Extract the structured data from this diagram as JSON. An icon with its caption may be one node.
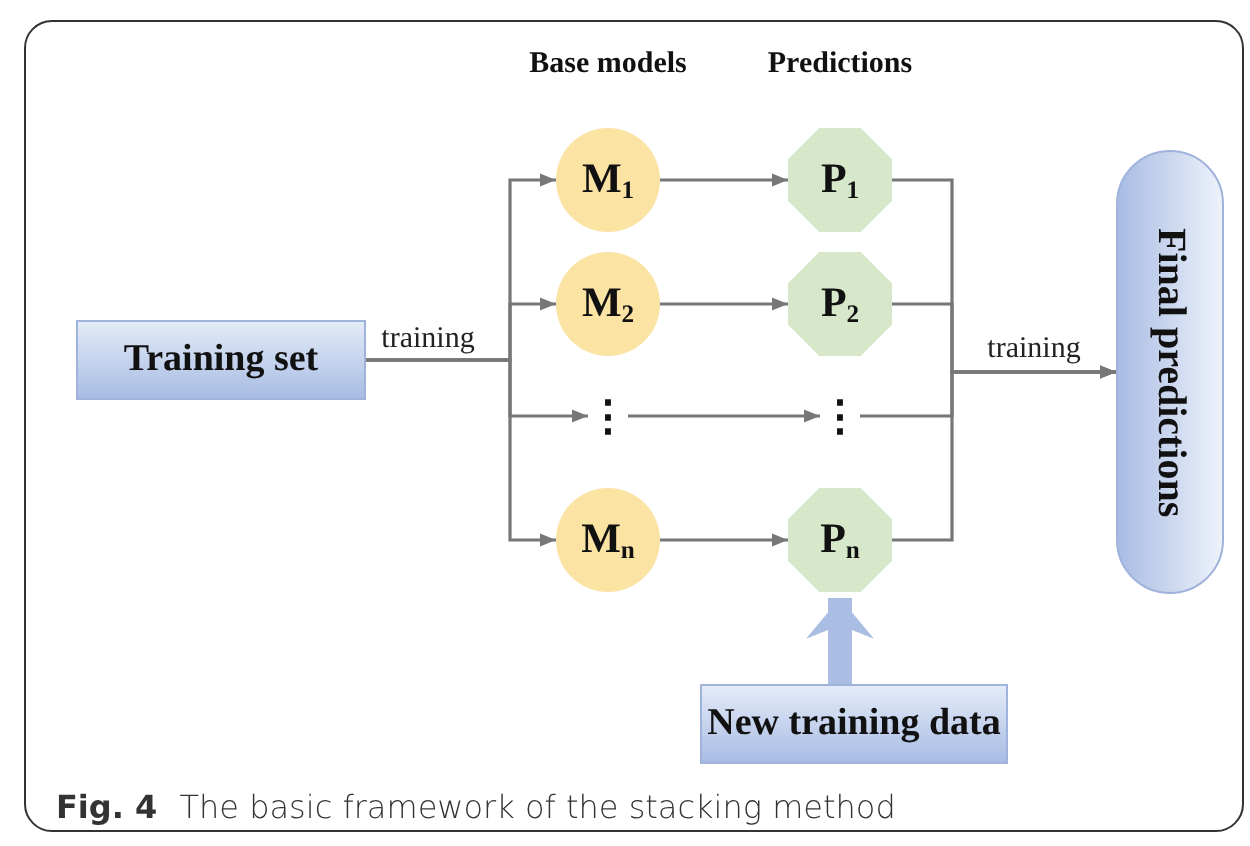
{
  "diagram": {
    "caption": "**Fig. 4** The basic framework of the stacking method",
    "nodes": [
      {
        "text": [
          "Training set"
        ]
      },
      {
        "text": [
          "M$_{1}$"
        ]
      },
      {
        "text": [
          "M$_{2}$"
        ]
      },
      {
        "text": [
          "⋮"
        ]
      },
      {
        "text": [
          "M$_{n}$"
        ]
      },
      {
        "text": [
          "P$_{1}$"
        ]
      },
      {
        "text": [
          "P$_{2}$"
        ]
      },
      {
        "text": [
          "⋮"
        ]
      },
      {
        "text": [
          "P$_{n}$"
        ]
      },
      {
        "text": [
          "Final predictions"
        ]
      },
      {
        "text": [
          "New training data"
        ]
      }
    ],
    "edges": [
      {
        "from": 0,
        "to": 1,
        "arrow": "to",
        "label": "training"
      },
      {
        "from": 0,
        "to": 2,
        "arrow": "to"
      },
      {
        "from": 0,
        "to": 3,
        "arrow": "to"
      },
      {
        "from": 0,
        "to": 4,
        "arrow": "to"
      },
      {
        "from": 1,
        "to": 5,
        "arrow": "to"
      },
      {
        "from": 2,
        "to": 6,
        "arrow": "to"
      },
      {
        "from": 3,
        "to": 7,
        "arrow": "to"
      },
      {
        "from": 4,
        "to": 8,
        "arrow": "to"
      },
      {
        "from": 5,
        "to": 9,
        "arrow": "to",
        "label": "training"
      },
      {
        "from": 6,
        "to": 9,
        "arrow": "to"
      },
      {
        "from": 7,
        "to": 9,
        "arrow": "to"
      },
      {
        "from": 8,
        "to": 9,
        "arrow": "to"
      },
      {
        "from": 10,
        "to": 8,
        "arrow": "to",
        "style": "thick",
        "color": "#aabde2"
      }
    ],
    "labels": [
      "Base models",
      "Predictions"
    ]
  }
}
